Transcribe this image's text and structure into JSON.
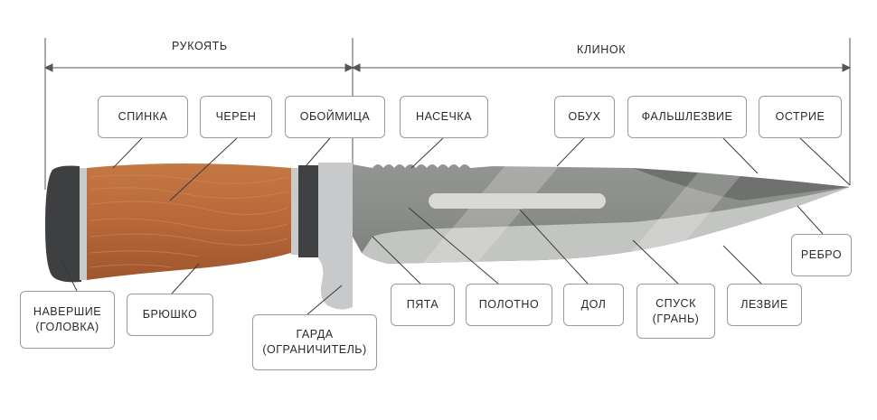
{
  "dimensions": {
    "handle": "РУКОЯТЬ",
    "blade": "КЛИНОК"
  },
  "labels": {
    "spinka": "СПИНКА",
    "cheren": "ЧЕРЕН",
    "oboymitsa": "ОБОЙМИЦА",
    "nasechka": "НАСЕЧКА",
    "obukh": "ОБУХ",
    "falshlezvie": "ФАЛЬШЛЕЗВИЕ",
    "ostrie": "ОСТРИЕ",
    "rebro": "РЕБРО",
    "navershie": "НАВЕРШИЕ\n(ГОЛОВКА)",
    "bryushko": "БРЮШКО",
    "garda": "ГАРДА\n(ОГРАНИЧИТЕЛЬ)",
    "pyata": "ПЯТА",
    "polotno": "ПОЛОТНО",
    "dol": "ДОЛ",
    "spusk": "СПУСК\n(ГРАНЬ)",
    "lezvie": "ЛЕЗВИЕ"
  },
  "colors": {
    "wood": "#b8683a",
    "blade_dark": "#8d8f8c",
    "blade_light": "#c2c4c1",
    "metal": "#4a4c4d",
    "guard": "#c8c9ca"
  }
}
